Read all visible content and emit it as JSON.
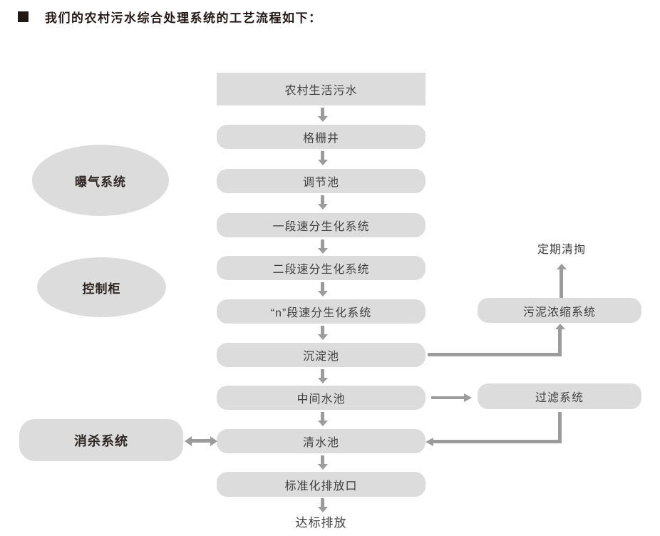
{
  "title": {
    "bullet_icon": "black-square",
    "text": "我们的农村污水综合处理系统的工艺流程如下："
  },
  "flow": {
    "steps": [
      {
        "label": "农村生活污水"
      },
      {
        "label": "格栅井"
      },
      {
        "label": "调节池"
      },
      {
        "label": "一段速分生化系统"
      },
      {
        "label": "二段速分生化系统"
      },
      {
        "label": "“n”段速分生化系统"
      },
      {
        "label": "沉淀池"
      },
      {
        "label": "中间水池"
      },
      {
        "label": "清水池"
      },
      {
        "label": "标准化排放口"
      }
    ],
    "outcome_label": "达标排放"
  },
  "auxiliary": {
    "aeration_system": "曝气系统",
    "control_cabinet": "控制柜",
    "disinfection_system": "消杀系统",
    "periodic_cleaning": "定期清掏",
    "sludge_thickening_system": "污泥浓缩系统",
    "filtration_system": "过滤系统"
  },
  "colors": {
    "node_fill": "#dcdcdc",
    "arrow_gray": "#9c9c9c",
    "title_text": "#231815",
    "node_text": "#404040"
  }
}
